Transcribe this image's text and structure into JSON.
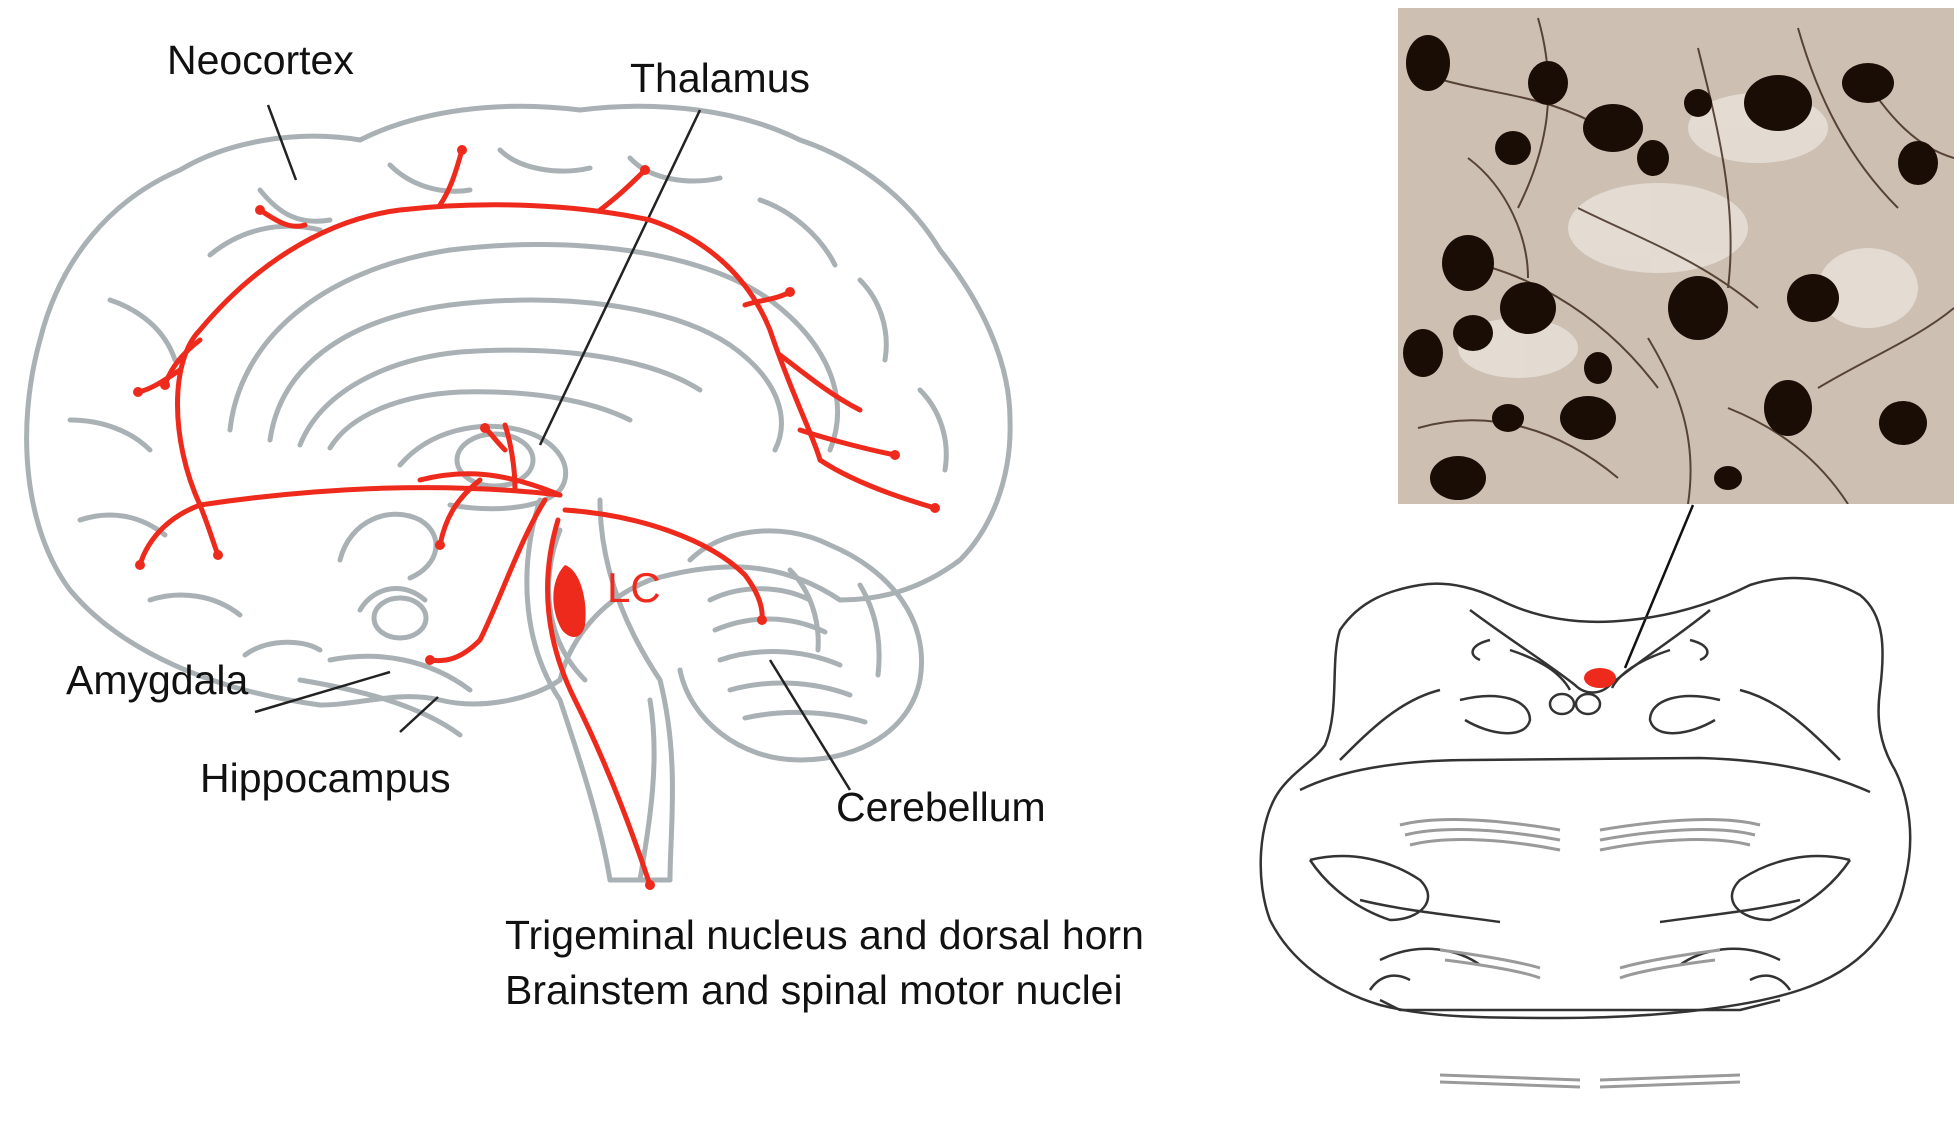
{
  "labels": {
    "neocortex": "Neocortex",
    "thalamus": "Thalamus",
    "lc": "LC",
    "amygdala": "Amygdala",
    "hippocampus": "Hippocampus",
    "cerebellum": "Cerebellum",
    "targets_line1": "Trigeminal nucleus and dorsal horn",
    "targets_line2": "Brainstem and spinal motor nuclei"
  },
  "colors": {
    "brain_outline": "#a9b1b5",
    "projection": "#ee2a1c",
    "text": "#111111",
    "section_outline": "#333333",
    "micrograph_bg": "#cdbfb1",
    "stain": "#1a0d06"
  }
}
